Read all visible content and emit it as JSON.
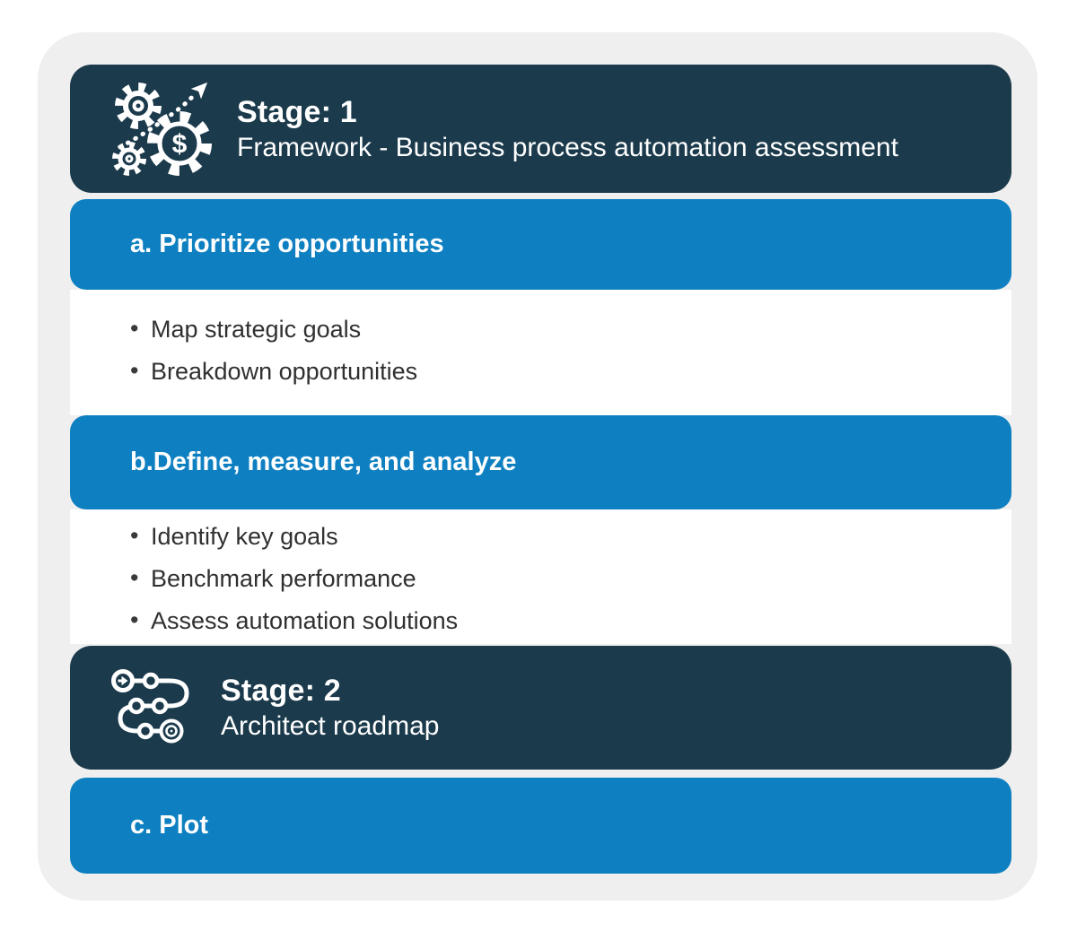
{
  "colors": {
    "page_background": "#ffffff",
    "card_background": "#efefef",
    "stage_band": "#1b3a4c",
    "section_band": "#0e80c1",
    "section_body": "#ffffff",
    "band_text": "#ffffff",
    "bullet_text": "#303030"
  },
  "stages": [
    {
      "title": "Stage: 1",
      "subtitle": "Framework - Business process automation assessment",
      "icon": "gears-growth-dollar-icon",
      "icon_dollar_glyph": "$",
      "sections": [
        {
          "label": "a. Prioritize opportunities",
          "bullets": [
            "Map strategic goals",
            "Breakdown opportunities"
          ]
        },
        {
          "label": "b.Define, measure, and analyze",
          "bullets": [
            "Identify key goals",
            "Benchmark performance",
            "Assess automation solutions"
          ]
        }
      ]
    },
    {
      "title": "Stage: 2",
      "subtitle": "Architect roadmap",
      "icon": "roadmap-milestones-icon",
      "sections": [
        {
          "label": "c. Plot",
          "bullets": []
        }
      ]
    }
  ]
}
